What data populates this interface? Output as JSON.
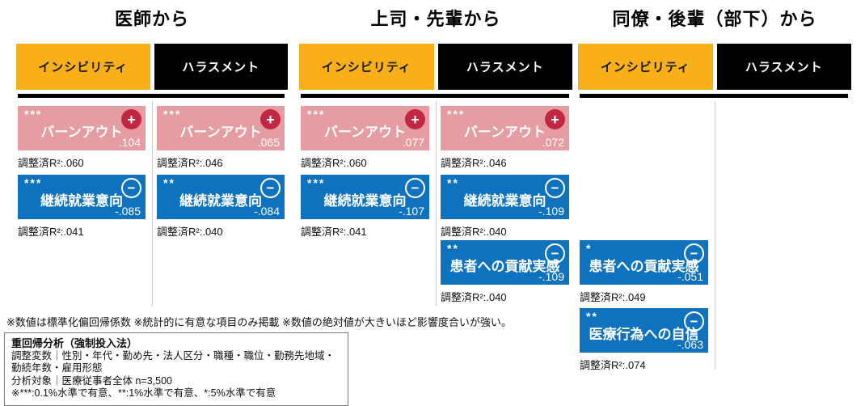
{
  "colors": {
    "incivility_header": "#F8AF18",
    "harassment_header": "#000000",
    "positive_card": "#E59CA3",
    "negative_card": "#0E72BE",
    "plus_badge": "#C02742",
    "divider": "#C9C9C9"
  },
  "groups": [
    {
      "title": "医師から",
      "columns": [
        {
          "header": "インシビリティ",
          "cards": [
            {
              "stars": "***",
              "label": "バーンアウト",
              "value": ".104",
              "effect": "plus",
              "r2_label": "調整済R²:",
              "r2": ".060"
            },
            {
              "stars": "***",
              "label": "継続就業意向",
              "value": "-.085",
              "effect": "minus",
              "r2_label": "調整済R²:",
              "r2": ".041"
            }
          ]
        },
        {
          "header": "ハラスメント",
          "cards": [
            {
              "stars": "***",
              "label": "バーンアウト",
              "value": ".065",
              "effect": "plus",
              "r2_label": "調整済R²:",
              "r2": ".046"
            },
            {
              "stars": "**",
              "label": "継続就業意向",
              "value": "-.084",
              "effect": "minus",
              "r2_label": "調整済R²:",
              "r2": ".040"
            }
          ]
        }
      ]
    },
    {
      "title": "上司・先輩から",
      "columns": [
        {
          "header": "インシビリティ",
          "cards": [
            {
              "stars": "***",
              "label": "バーンアウト",
              "value": ".077",
              "effect": "plus",
              "r2_label": "調整済R²:",
              "r2": ".060"
            },
            {
              "stars": "***",
              "label": "継続就業意向",
              "value": "-.107",
              "effect": "minus",
              "r2_label": "調整済R²:",
              "r2": ".041"
            }
          ]
        },
        {
          "header": "ハラスメント",
          "cards": [
            {
              "stars": "***",
              "label": "バーンアウト",
              "value": ".072",
              "effect": "plus",
              "r2_label": "調整済R²:",
              "r2": ".046"
            },
            {
              "stars": "**",
              "label": "継続就業意向",
              "value": "-.109",
              "effect": "minus",
              "r2_label": "調整済R²:",
              "r2": ".040"
            },
            {
              "stars": "**",
              "label": "患者への貢献実感",
              "value": "-.109",
              "effect": "minus",
              "r2_label": "調整済R²:",
              "r2": ".040"
            }
          ]
        }
      ]
    },
    {
      "title": "同僚・後輩（部下）から",
      "columns": [
        {
          "header": "インシビリティ",
          "cards": [
            {
              "stars": "*",
              "label": "患者への貢献実感",
              "value": "-.051",
              "effect": "minus",
              "r2_label": "調整済R²:",
              "r2": ".049"
            },
            {
              "stars": "**",
              "label": "医療行為への自信",
              "value": "-.063",
              "effect": "minus",
              "r2_label": "調整済R²:",
              "r2": ".074"
            }
          ]
        },
        {
          "header": "ハラスメント",
          "cards": []
        }
      ]
    }
  ],
  "footnote": "※数値は標準化偏回帰係数 ※統計的に有意な項目のみ掲載 ※数値の絶対値が大きいほど影響度合いが強い。",
  "note_box": {
    "title": "重回帰分析（強制投入法）",
    "adjust": "調整変数｜性別・年代・勤め先・法人区分・職種・職位・勤務先地域・勤続年数・雇用形態",
    "target": "分析対象｜医療従事者全体 n=3,500",
    "significance": "※***:0.1%水準で有意、**:1%水準で有意、*:5%水準で有意"
  },
  "chart_data": {
    "type": "table",
    "title": "重回帰分析（強制投入法） 標準化偏回帰係数",
    "sources": [
      "医師から",
      "上司・先輩から",
      "同僚・後輩（部下）から"
    ],
    "predictors": [
      "インシビリティ",
      "ハラスメント"
    ],
    "rows": [
      {
        "source": "医師から",
        "predictor": "インシビリティ",
        "outcome": "バーンアウト",
        "beta": 0.104,
        "significance": "***",
        "adjusted_r2": 0.06
      },
      {
        "source": "医師から",
        "predictor": "インシビリティ",
        "outcome": "継続就業意向",
        "beta": -0.085,
        "significance": "***",
        "adjusted_r2": 0.041
      },
      {
        "source": "医師から",
        "predictor": "ハラスメント",
        "outcome": "バーンアウト",
        "beta": 0.065,
        "significance": "***",
        "adjusted_r2": 0.046
      },
      {
        "source": "医師から",
        "predictor": "ハラスメント",
        "outcome": "継続就業意向",
        "beta": -0.084,
        "significance": "**",
        "adjusted_r2": 0.04
      },
      {
        "source": "上司・先輩から",
        "predictor": "インシビリティ",
        "outcome": "バーンアウト",
        "beta": 0.077,
        "significance": "***",
        "adjusted_r2": 0.06
      },
      {
        "source": "上司・先輩から",
        "predictor": "インシビリティ",
        "outcome": "継続就業意向",
        "beta": -0.107,
        "significance": "***",
        "adjusted_r2": 0.041
      },
      {
        "source": "上司・先輩から",
        "predictor": "ハラスメント",
        "outcome": "バーンアウト",
        "beta": 0.072,
        "significance": "***",
        "adjusted_r2": 0.046
      },
      {
        "source": "上司・先輩から",
        "predictor": "ハラスメント",
        "outcome": "継続就業意向",
        "beta": -0.109,
        "significance": "**",
        "adjusted_r2": 0.04
      },
      {
        "source": "上司・先輩から",
        "predictor": "ハラスメント",
        "outcome": "患者への貢献実感",
        "beta": -0.109,
        "significance": "**",
        "adjusted_r2": 0.04
      },
      {
        "source": "同僚・後輩（部下）から",
        "predictor": "インシビリティ",
        "outcome": "患者への貢献実感",
        "beta": -0.051,
        "significance": "*",
        "adjusted_r2": 0.049
      },
      {
        "source": "同僚・後輩（部下）から",
        "predictor": "インシビリティ",
        "outcome": "医療行為への自信",
        "beta": -0.063,
        "significance": "**",
        "adjusted_r2": 0.074
      }
    ],
    "notes": [
      "統計的に有意な項目のみ掲載",
      "数値の絶対値が大きいほど影響度合いが強い",
      "***:0.1%水準で有意、**:1%水準で有意、*:5%水準で有意",
      "分析対象：医療従事者全体 n=3,500"
    ]
  }
}
